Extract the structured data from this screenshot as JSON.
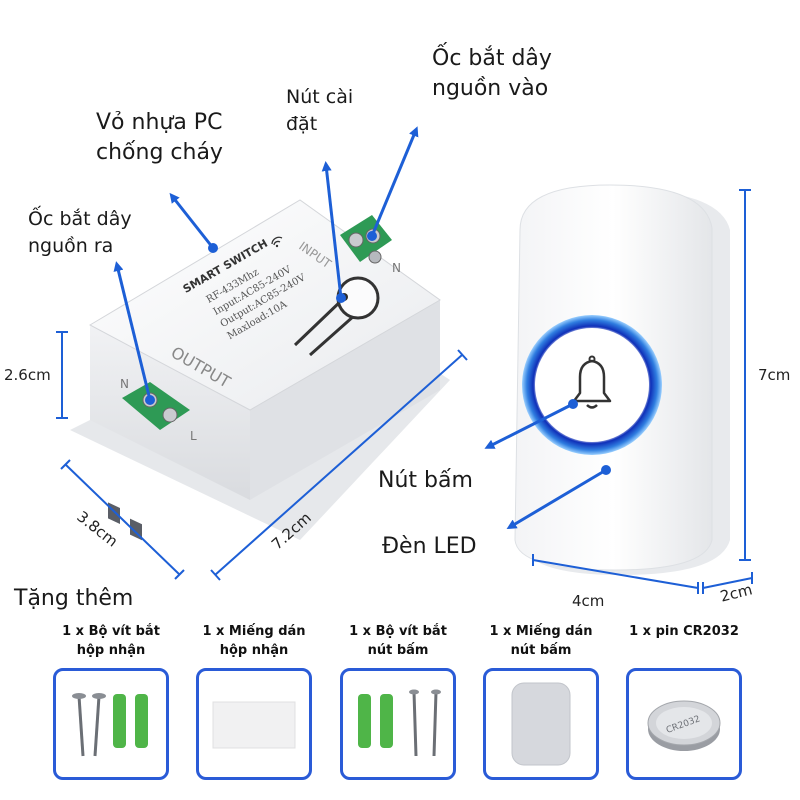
{
  "callouts": {
    "pc_shell_line1": "Vỏ nhựa PC",
    "pc_shell_line2": "chống cháy",
    "setup_button_line1": "Nút cài",
    "setup_button_line2": "đặt",
    "input_terminal_line1": "Ốc bắt dây",
    "input_terminal_line2": "nguồn vào",
    "output_terminal_line1": "Ốc bắt dây",
    "output_terminal_line2": "nguồn ra",
    "push_button": "Nút bấm",
    "led_light": "Đèn LED"
  },
  "receiver": {
    "brand": "SMART SWITCH",
    "spec_freq": "RF-433Mhz",
    "spec_input": "Input:AC85-240V",
    "spec_output": "Output:AC85-240V",
    "spec_maxload": "Maxload:10A",
    "output_label": "OUTPUT",
    "input_label": "INPUT",
    "terminal_n": "N",
    "terminal_l": "L"
  },
  "dimensions": {
    "receiver_height": "2.6cm",
    "receiver_width": "3.8cm",
    "receiver_length": "7.2cm",
    "button_height": "7cm",
    "button_width": "4cm",
    "button_depth": "2cm"
  },
  "gifts": {
    "title": "Tặng thêm",
    "items": [
      {
        "line1": "1 x Bộ vít bắt",
        "line2": "hộp nhận",
        "icon": "screws-anchors-icon"
      },
      {
        "line1": "1 x Miếng dán",
        "line2": "hộp nhận",
        "icon": "adhesive-pad-icon"
      },
      {
        "line1": "1 x Bộ vít bắt",
        "line2": "nút bấm",
        "icon": "screws-anchors-icon"
      },
      {
        "line1": "1 x Miếng dán",
        "line2": "nút bấm",
        "icon": "adhesive-pad-icon"
      },
      {
        "line1": "1 x pin CR2032",
        "line2": "",
        "icon": "coin-battery-icon"
      }
    ],
    "battery_marking": "CR2032"
  },
  "colors": {
    "arrow_blue": "#1d5fd6",
    "frame_blue": "#2a5bd7",
    "terminal_green": "#2e9a55",
    "anchor_green": "#4fb548",
    "led_blue": "#2f7de0"
  }
}
